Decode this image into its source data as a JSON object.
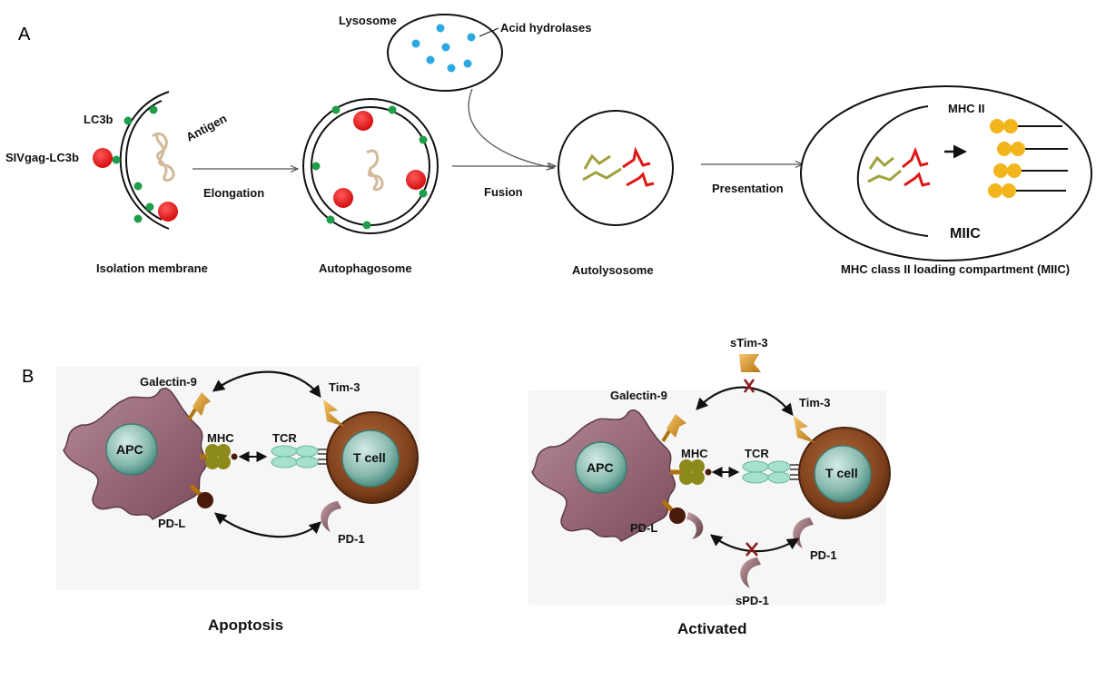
{
  "panel_a": {
    "letter": "A",
    "lysosome": "Lysosome",
    "acid_hydrolases": "Acid hydrolases",
    "lc3b": "LC3b",
    "sivgag_lc3b": "SIVgag-LC3b",
    "antigen": "Antigen",
    "elongation": "Elongation",
    "fusion": "Fusion",
    "presentation": "Presentation",
    "mhc_ii": "MHC II",
    "miic": "MIIC",
    "isolation_membrane": "Isolation membrane",
    "autophagosome": "Autophagosome",
    "autolysosome": "Autolysosome",
    "miic_full": "MHC class II loading compartment (MIIC)"
  },
  "panel_b": {
    "letter": "B",
    "left": {
      "galectin9": "Galectin-9",
      "tim3": "Tim-3",
      "apc": "APC",
      "mhc": "MHC",
      "tcr": "TCR",
      "tcell": "T cell",
      "pdl": "PD-L",
      "pd1": "PD-1",
      "caption": "Apoptosis"
    },
    "right": {
      "stim3": "sTim-3",
      "galectin9": "Galectin-9",
      "tim3": "Tim-3",
      "apc": "APC",
      "mhc": "MHC",
      "tcr": "TCR",
      "tcell": "T cell",
      "pdl": "PD-L",
      "pd1": "PD-1",
      "spd1": "sPD-1",
      "caption": "Activated"
    }
  },
  "colors": {
    "lc3b_green": "#1f9e4a",
    "sivgag_red": "#e01515",
    "hydrolase_blue": "#29a9e0",
    "mhc_yellow": "#f2b51c",
    "apc_purple": "#8a5a68",
    "tcell_brown": "#7a3f1a",
    "nucleus_teal": "#7fb3a8"
  }
}
